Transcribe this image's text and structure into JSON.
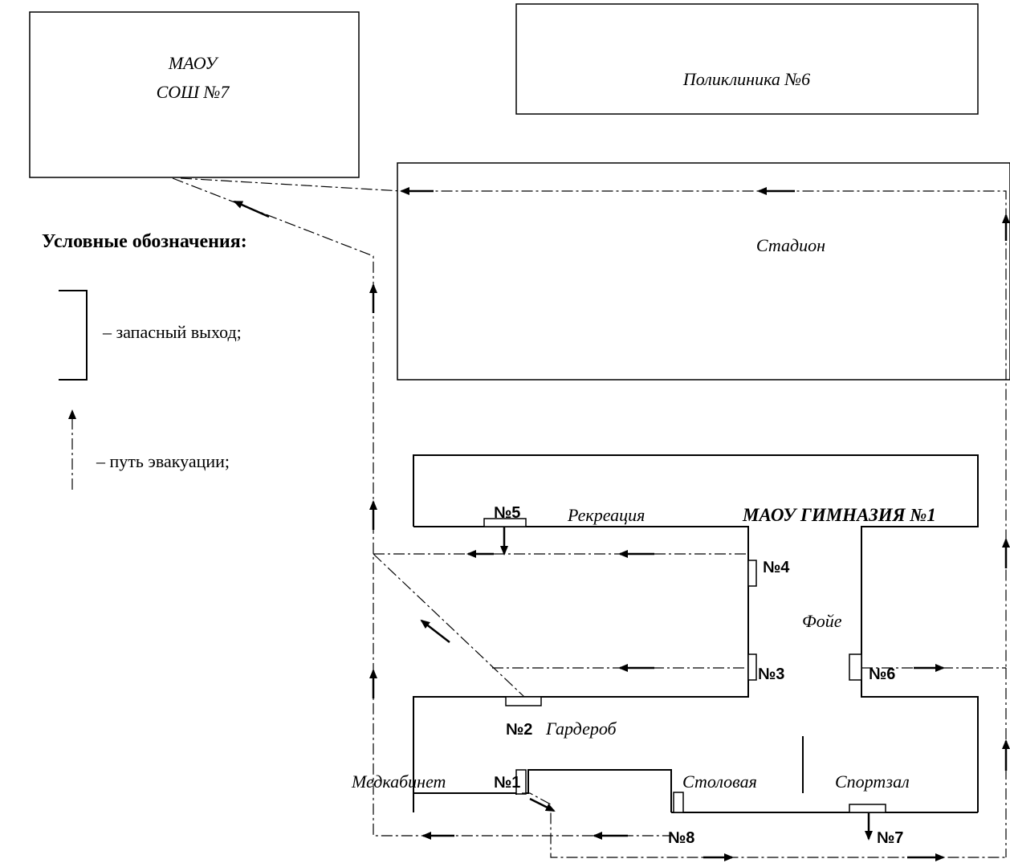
{
  "buildings": {
    "school7": [
      "МАОУ",
      "СОШ №7"
    ],
    "clinic": "Поликлиника №6",
    "stadium": "Стадион",
    "gymnasium": "МАОУ ГИМНАЗИЯ №1"
  },
  "rooms": {
    "recreation": "Рекреация",
    "foyer": "Фойе",
    "cloakroom": "Гардероб",
    "medroom": "Медкабинет",
    "canteen": "Столовая",
    "gym": "Спортзал"
  },
  "exits": {
    "n1": "№1",
    "n2": "№2",
    "n3": "№3",
    "n4": "№4",
    "n5": "№5",
    "n6": "№6",
    "n7": "№7",
    "n8": "№8"
  },
  "legend": {
    "title": "Условные обозначения:",
    "exit_label": "– запасный выход;",
    "path_label": "– путь эвакуации;"
  }
}
